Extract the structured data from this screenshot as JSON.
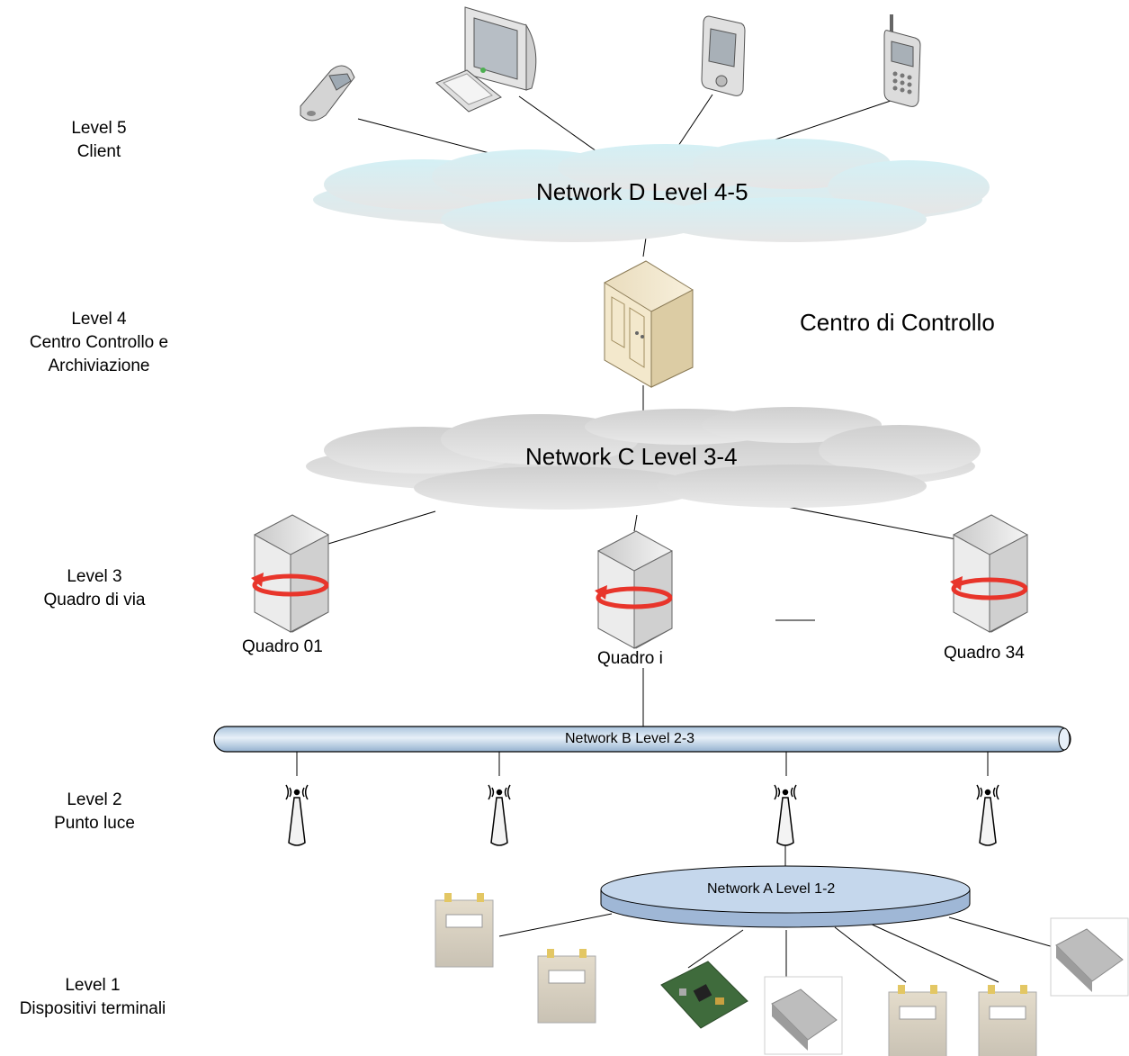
{
  "levels": [
    {
      "lines": [
        "Level 5",
        "Client"
      ]
    },
    {
      "lines": [
        "Level 4",
        "Centro Controllo e",
        "Archiviazione"
      ]
    },
    {
      "lines": [
        "Level 3",
        "Quadro di via"
      ]
    },
    {
      "lines": [
        "Level 2",
        "Punto luce"
      ]
    },
    {
      "lines": [
        "Level 1",
        "Dispositivi terminali"
      ]
    }
  ],
  "networks": {
    "d": "Network D Level 4-5",
    "c": "Network C Level 3-4",
    "b": "Network B Level 2-3",
    "a": "Network A Level 1-2"
  },
  "control_center": "Centro di Controllo",
  "quadri": [
    "Quadro 01",
    "Quadro i",
    "Quadro 34"
  ],
  "clients": [
    "flip-phone-icon",
    "desktop-computer-icon",
    "pda-icon",
    "mobile-phone-icon"
  ],
  "terminal_devices": [
    "gas-meter-icon",
    "gas-meter-icon",
    "circuit-board-icon",
    "meter-module-icon",
    "gas-meter-icon",
    "gas-meter-icon",
    "meter-module-icon"
  ],
  "colors": {
    "cloud_d": "#dfe9ee",
    "cloud_c": "#d8d8d8",
    "bus_fill": "#c3d7ea",
    "server_red": "#e8352b"
  }
}
